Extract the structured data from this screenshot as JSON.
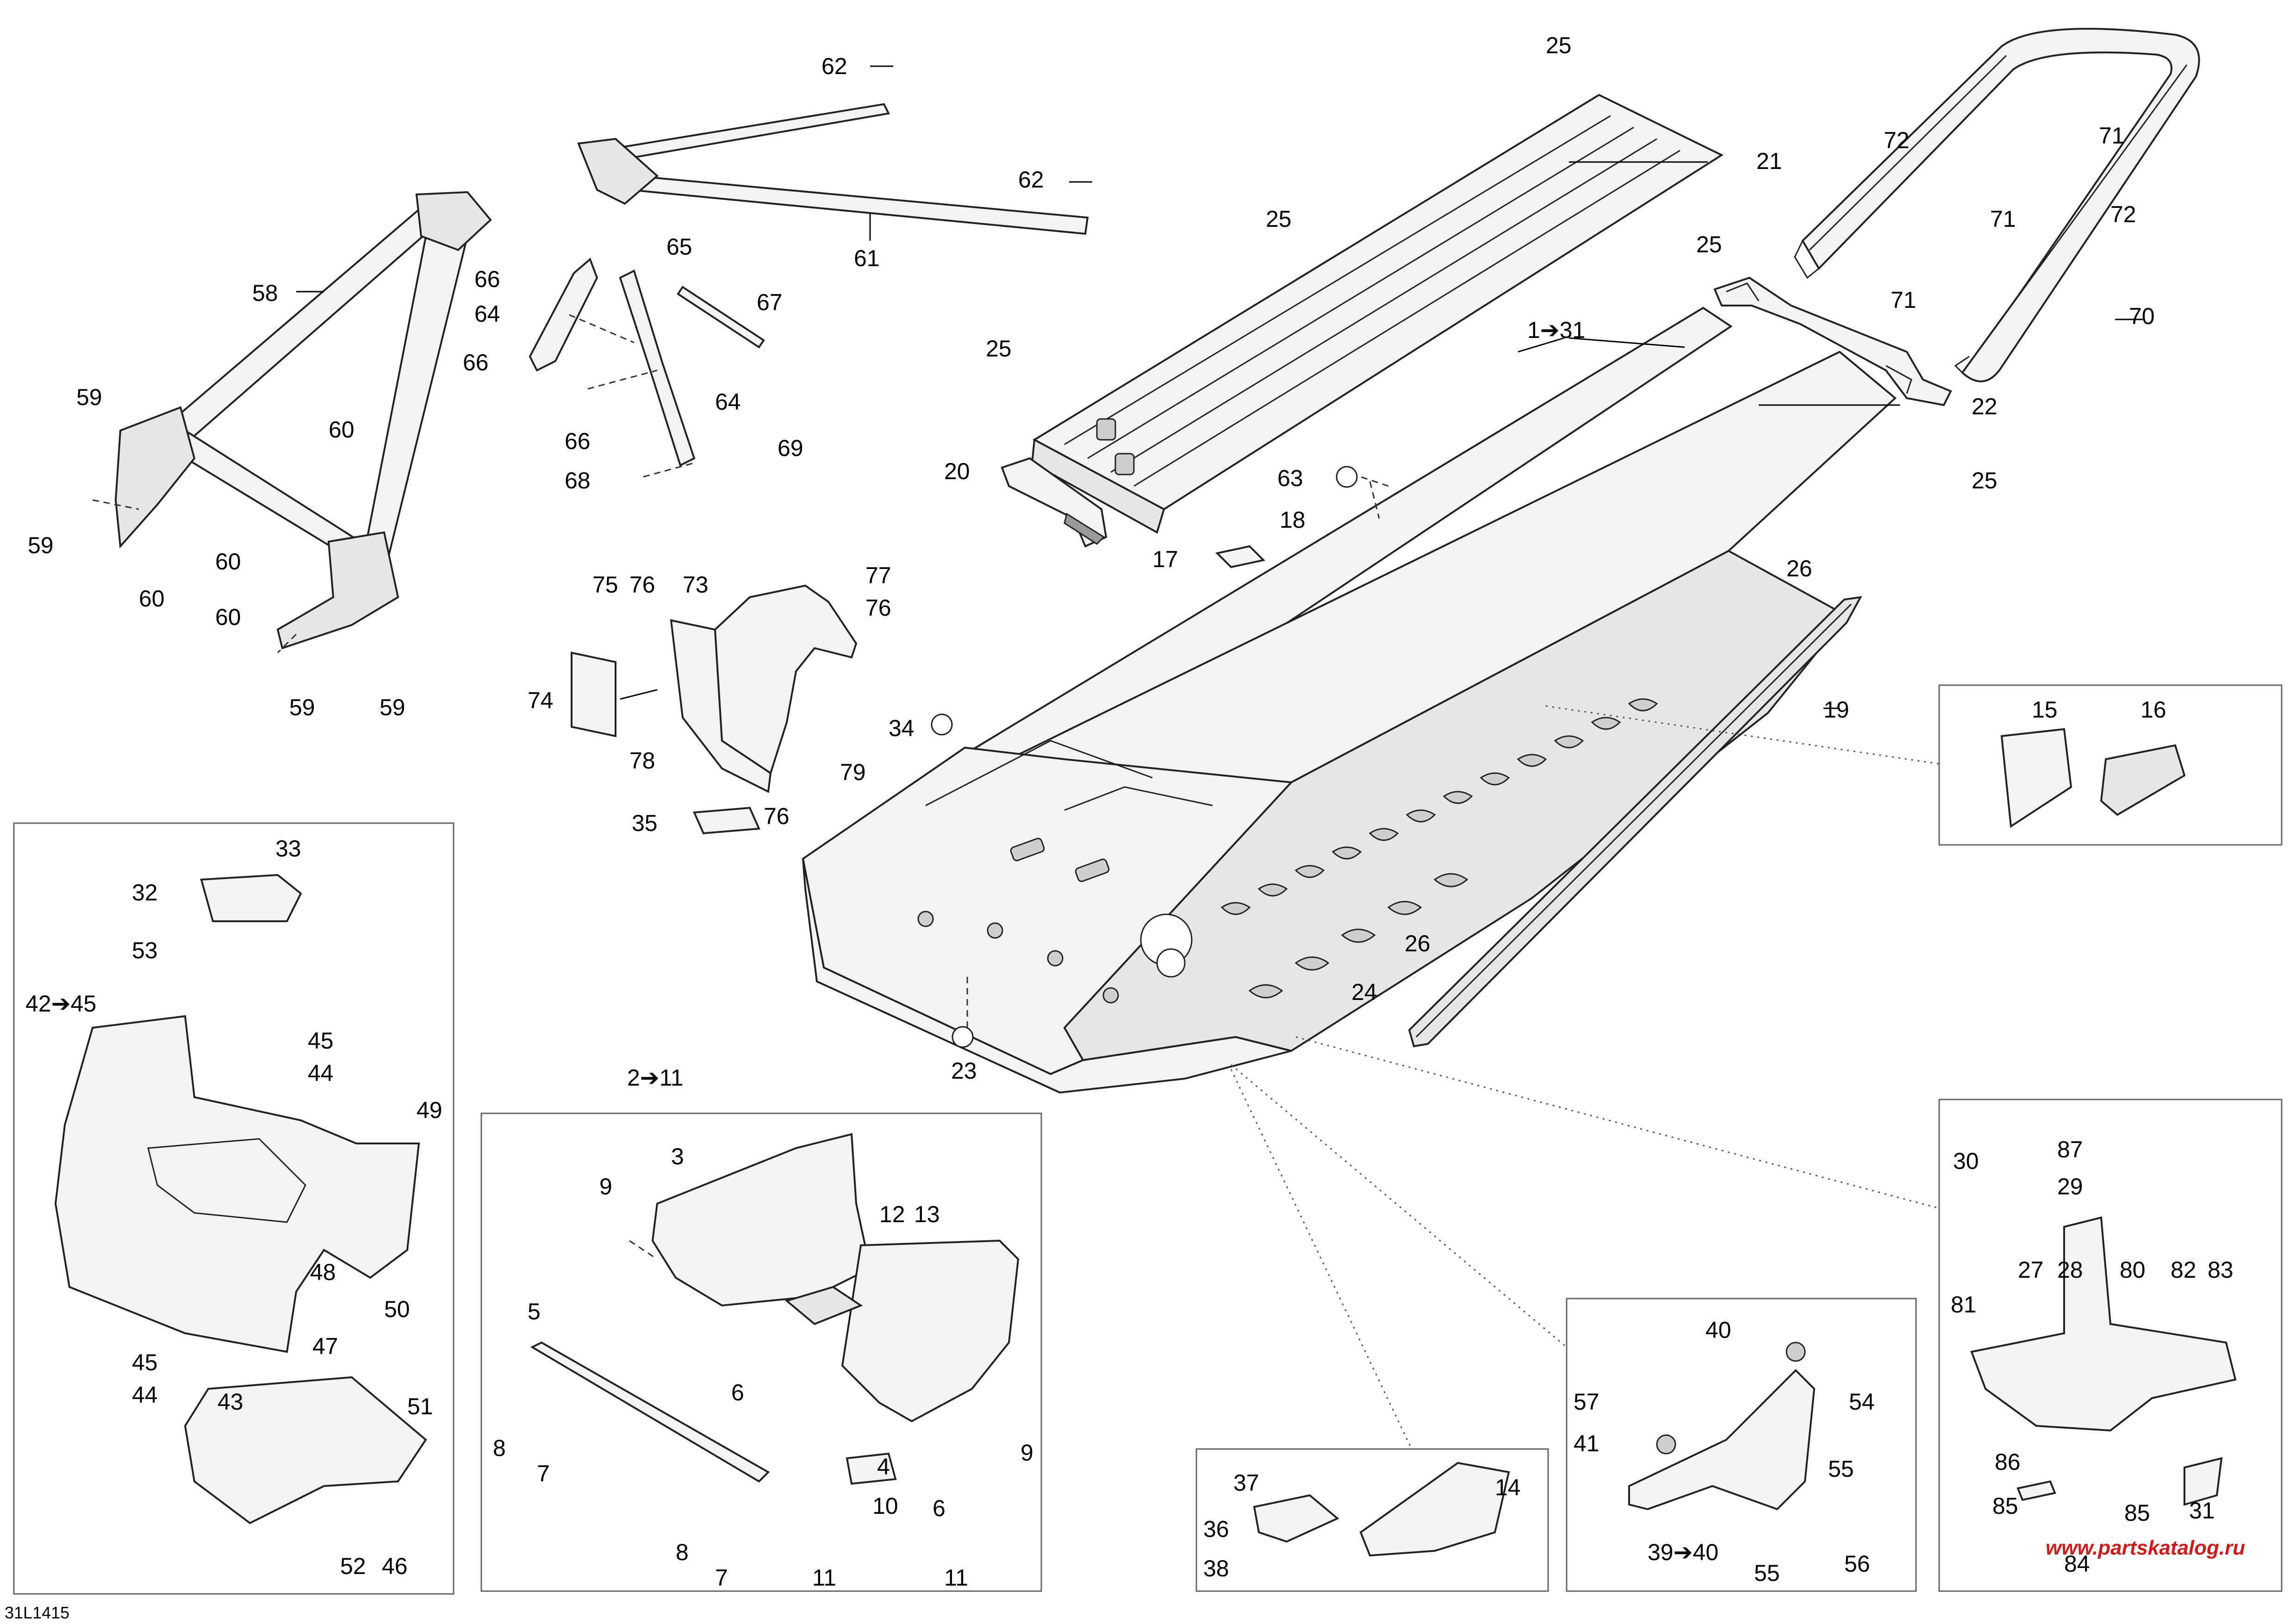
{
  "diagram_code": "31L1415",
  "watermark": "www.partskatalog.ru",
  "watermark_color": "#c81e1e",
  "callouts": {
    "c1_31": "1➔31",
    "c2_11": "2➔11",
    "c3": "3",
    "c4": "4",
    "c5": "5",
    "c6a": "6",
    "c6b": "6",
    "c7a": "7",
    "c7b": "7",
    "c8a": "8",
    "c8b": "8",
    "c9a": "9",
    "c9b": "9",
    "c10": "10",
    "c11a": "11",
    "c11b": "11",
    "c12": "12",
    "c13": "13",
    "c14": "14",
    "c15": "15",
    "c16": "16",
    "c17": "17",
    "c18": "18",
    "c19": "19",
    "c20": "20",
    "c21": "21",
    "c22": "22",
    "c23": "23",
    "c24": "24",
    "c25a": "25",
    "c25b": "25",
    "c25c": "25",
    "c25d": "25",
    "c25e": "25",
    "c26a": "26",
    "c26b": "26",
    "c27": "27",
    "c28": "28",
    "c29": "29",
    "c30": "30",
    "c31": "31",
    "c32": "32",
    "c33": "33",
    "c34": "34",
    "c35": "35",
    "c36": "36",
    "c37": "37",
    "c38": "38",
    "c39_40": "39➔40",
    "c40": "40",
    "c41": "41",
    "c42_45": "42➔45",
    "c43": "43",
    "c44a": "44",
    "c44b": "44",
    "c45a": "45",
    "c45b": "45",
    "c46": "46",
    "c47": "47",
    "c48": "48",
    "c49": "49",
    "c50": "50",
    "c51": "51",
    "c52": "52",
    "c53": "53",
    "c54": "54",
    "c55a": "55",
    "c55b": "55",
    "c56": "56",
    "c57": "57",
    "c58": "58",
    "c59a": "59",
    "c59b": "59",
    "c59c": "59",
    "c59d": "59",
    "c60a": "60",
    "c60b": "60",
    "c60c": "60",
    "c60d": "60",
    "c61": "61",
    "c62a": "62",
    "c62b": "62",
    "c63": "63",
    "c64a": "64",
    "c64b": "64",
    "c65": "65",
    "c66a": "66",
    "c66b": "66",
    "c66c": "66",
    "c67": "67",
    "c68": "68",
    "c69": "69",
    "c70": "70",
    "c71a": "71",
    "c71b": "71",
    "c71c": "71",
    "c72a": "72",
    "c72b": "72",
    "c73": "73",
    "c74": "74",
    "c75": "75",
    "c76a": "76",
    "c76b": "76",
    "c76c": "76",
    "c77": "77",
    "c78": "78",
    "c79": "79",
    "c80": "80",
    "c81": "81",
    "c82": "82",
    "c83": "83",
    "c84": "84",
    "c85a": "85",
    "c85b": "85",
    "c86": "86",
    "c87": "87"
  }
}
